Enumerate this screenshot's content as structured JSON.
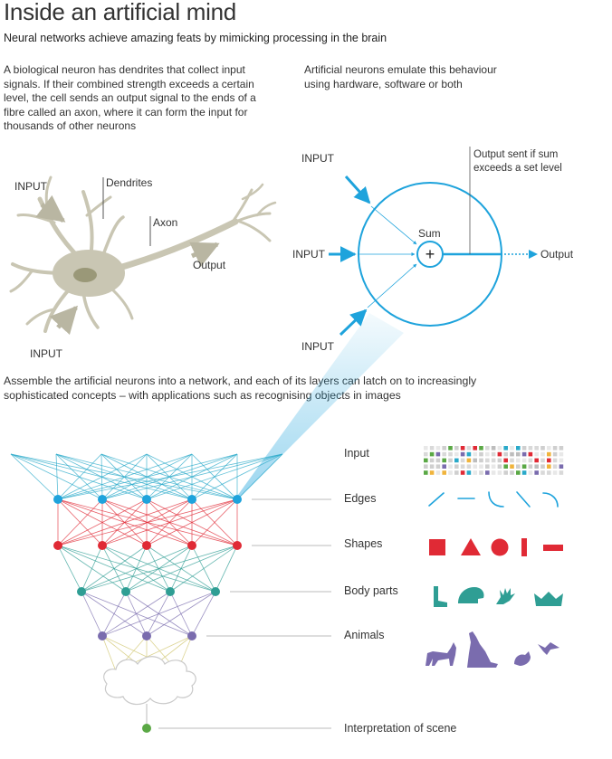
{
  "header": {
    "title": "Inside an artificial mind",
    "subtitle": "Neural networks achieve amazing feats by mimicking processing in the brain"
  },
  "biological": {
    "text": "A biological neuron has dendrites that collect input signals. If their combined strength exceeds a certain level, the cell sends an output signal to the ends of a fibre called an axon, where it can form the input for thousands of other neurons",
    "labels": {
      "input_top": "INPUT",
      "input_bottom": "INPUT",
      "dendrites": "Dendrites",
      "axon": "Axon",
      "output": "Output"
    }
  },
  "artificial": {
    "text": "Artificial neurons emulate this behaviour using hardware, software or both",
    "labels": {
      "input_top": "INPUT",
      "input_mid": "INPUT",
      "input_bottom": "INPUT",
      "sum": "Sum",
      "plus": "+",
      "output": "Output",
      "threshold_line1": "Output sent if sum",
      "threshold_line2": "exceeds a set level"
    }
  },
  "network": {
    "text": "Assemble the artificial neurons into a network, and each of its layers can latch on to increasingly sophisticated concepts – with applications such as recognising objects in images",
    "layers": [
      {
        "label": "Input",
        "color": "#2aa9c9"
      },
      {
        "label": "Edges",
        "color": "#1ea3dc"
      },
      {
        "label": "Shapes",
        "color": "#e02a35"
      },
      {
        "label": "Body parts",
        "color": "#2f9e94"
      },
      {
        "label": "Animals",
        "color": "#7a6cae"
      },
      {
        "label": "Interpretation of scene",
        "color": "#5aa845"
      }
    ]
  },
  "colors": {
    "accent_blue": "#1ea3dc",
    "neuron_body": "#c9c6b3",
    "nucleus": "#9a9878",
    "red": "#e02a35",
    "teal": "#2f9e94",
    "purple": "#7a6cae",
    "green": "#5aa845"
  },
  "icons": [
    "pixel-grid-icon",
    "edge-lines-icon",
    "shapes-icon",
    "body-parts-icon",
    "animals-icon"
  ]
}
